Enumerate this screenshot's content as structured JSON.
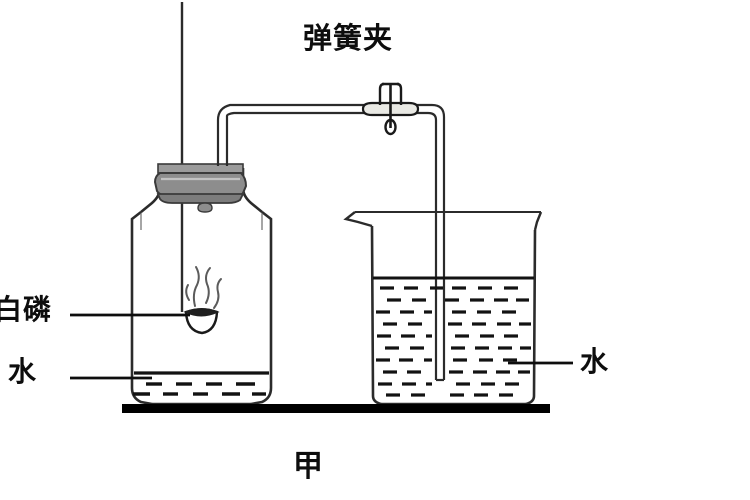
{
  "figure": {
    "caption": "甲",
    "description_labels": {
      "spring_clip": "弹簧夹",
      "white_phosphorus": "白磷",
      "water_in_flask": "水",
      "water_in_beaker": "水"
    }
  },
  "colors": {
    "line": "#1a1a1a",
    "glass_line": "#2b2b2b",
    "stopper_fill": "#8d8d8d",
    "stopper_top": "#a8a8a8",
    "stopper_stroke": "#3a3a3a",
    "bench": "#000000",
    "text": "#0d0d0d",
    "background": "#ffffff",
    "water_dash": "#121212"
  },
  "apparatus": {
    "flask": {
      "name": "sealed-glass-flask",
      "water_level_label": "水"
    },
    "beaker": {
      "name": "beaker-with-water",
      "water_level_label": "水"
    },
    "stopper": {
      "name": "rubber-stopper"
    },
    "spoon": {
      "name": "combustion-spoon-with-white-phosphorus"
    },
    "tube": {
      "name": "bent-glass-delivery-tube"
    },
    "clip": {
      "name": "spring-clip-on-tube"
    },
    "bench": {
      "name": "bench-surface"
    }
  }
}
